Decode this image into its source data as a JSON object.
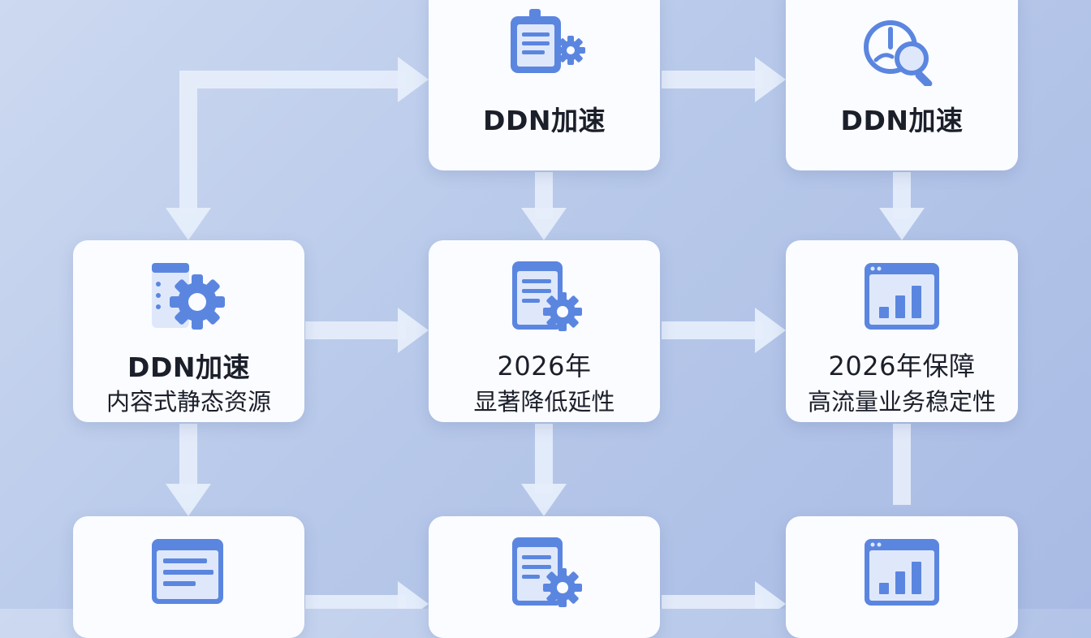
{
  "colors": {
    "accent": "#5b86e0",
    "arrow": "#e6eefb",
    "card": "#fbfcff",
    "text": "#1b1f2a"
  },
  "cards": [
    {
      "title": "DDN加速",
      "icon": "clipboard-gear-icon"
    },
    {
      "title": "DDN加速",
      "icon": "magnifier-chart-icon"
    },
    {
      "title": "DDN加速",
      "subtitle": "内容式静态资源",
      "icon": "server-gear-icon"
    },
    {
      "title": "2026年",
      "subtitle": "显著降低延性",
      "icon": "document-gear-icon"
    },
    {
      "title": "2026年保障",
      "subtitle": "高流量业务稳定性",
      "icon": "bar-chart-window-icon"
    },
    {
      "icon": "window-list-icon"
    },
    {
      "icon": "document-gear-icon"
    },
    {
      "icon": "bar-chart-window-icon"
    }
  ]
}
